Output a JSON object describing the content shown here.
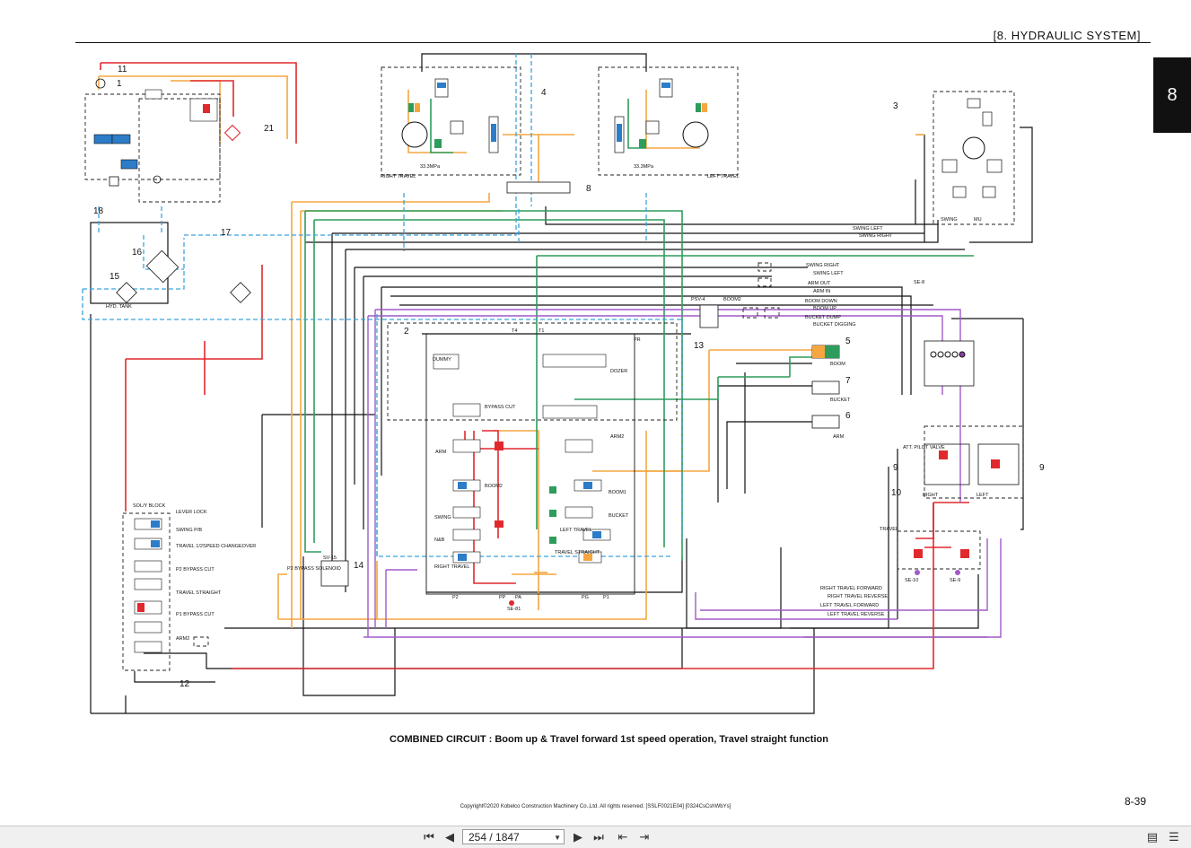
{
  "header": {
    "section": "[8.   HYDRAULIC SYSTEM]",
    "tab": "8"
  },
  "caption": "COMBINED CIRCUIT : Boom up & Travel forward 1st speed operation, Travel straight function",
  "copyright": "Copyright©2020 Kobelco Construction Machinery Co.,Ltd. All rights reserved. [SSLF0021E04] [0324CsCshWbYs]",
  "page_number": "8-39",
  "toolbar": {
    "page_value": "254 / 1847"
  },
  "callouts": {
    "n1": "1",
    "n2": "2",
    "n3": "3",
    "n4": "4",
    "n5": "5",
    "n6": "6",
    "n7": "7",
    "n8": "8",
    "n9a": "9",
    "n9b": "9",
    "n10": "10",
    "n11": "11",
    "n12": "12",
    "n13": "13",
    "n14": "14",
    "n15": "15",
    "n16": "16",
    "n17": "17",
    "n18": "18",
    "n21": "21"
  },
  "labels": {
    "hyd_tank": "HYD. TANK",
    "right_travel": "RIGHT TRAVEL",
    "left_travel": "LEFT TRAVEL",
    "pump_pressure_r": "33.3MPa",
    "pump_pressure_l": "33.3MPa",
    "swing_motor": "SWING",
    "swing_mu": "MU",
    "swing_left": "SWING LEFT",
    "swing_right": "SWING RIGHT",
    "arm_out": "ARM OUT",
    "arm_in": "ARM IN",
    "boom_down": "BOOM DOWN",
    "boom_up": "BOOM UP",
    "bucket_dump": "BUCKET DUMP",
    "bucket_digging": "BUCKET DIGGING",
    "boom": "BOOM",
    "bucket": "BUCKET",
    "arm": "ARM",
    "att_pilot_valve": "ATT. PILOT VALVE",
    "right": "RIGHT",
    "left": "LEFT",
    "travel": "TRAVEL",
    "se10": "SE-10",
    "se9": "SE-9",
    "se8": "SE-8",
    "se81": "SE-81",
    "right_travel_forward": "RIGHT TRAVEL FORWARD",
    "right_travel_reverse": "RIGHT TRAVEL REVERSE",
    "left_travel_forward": "LEFT TRAVEL FORWARD",
    "left_travel_reverse": "LEFT TRAVEL REVERSE",
    "sol_block": "SOL/Y BLOCK",
    "lever_lock": "LEVER LOCK",
    "swing_pb": "SWING P/B",
    "travel_speed": "TRAVEL 1/2SPEED CHANGEOVER",
    "p2_bypass_cut": "P2 BYPASS CUT",
    "travel_straight": "TRAVEL STRAIGHT",
    "p1_bypass_cut": "P1 BYPASS CUT",
    "arm2": "ARM2",
    "p2_bypass_solenoid": "P2 BYPASS SOLENOID",
    "sv15": "SV-15",
    "psv4": "PSV-4",
    "boom2": "BOOM2",
    "dummy": "DUMMY",
    "dozer": "DOZER",
    "bypass_cut": "BYPASS CUT",
    "cv_arm": "ARM",
    "cv_boom": "BOOM2",
    "cv_swing": "SWING",
    "cv_nb": "N&B",
    "cv_right_travel": "RIGHT TRAVEL",
    "cv_arm2": "ARM2",
    "cv_boom1": "BOOM1",
    "cv_bucket": "BUCKET",
    "cv_left_travel": "LEFT TRAVEL",
    "cv_travel_straight": "TRAVEL STRAIGHT",
    "t4": "T4",
    "t1": "T1",
    "pr": "PR",
    "p2": "P2",
    "pp": "PP",
    "pa": "PA",
    "pg": "PG",
    "p1": "P1"
  }
}
